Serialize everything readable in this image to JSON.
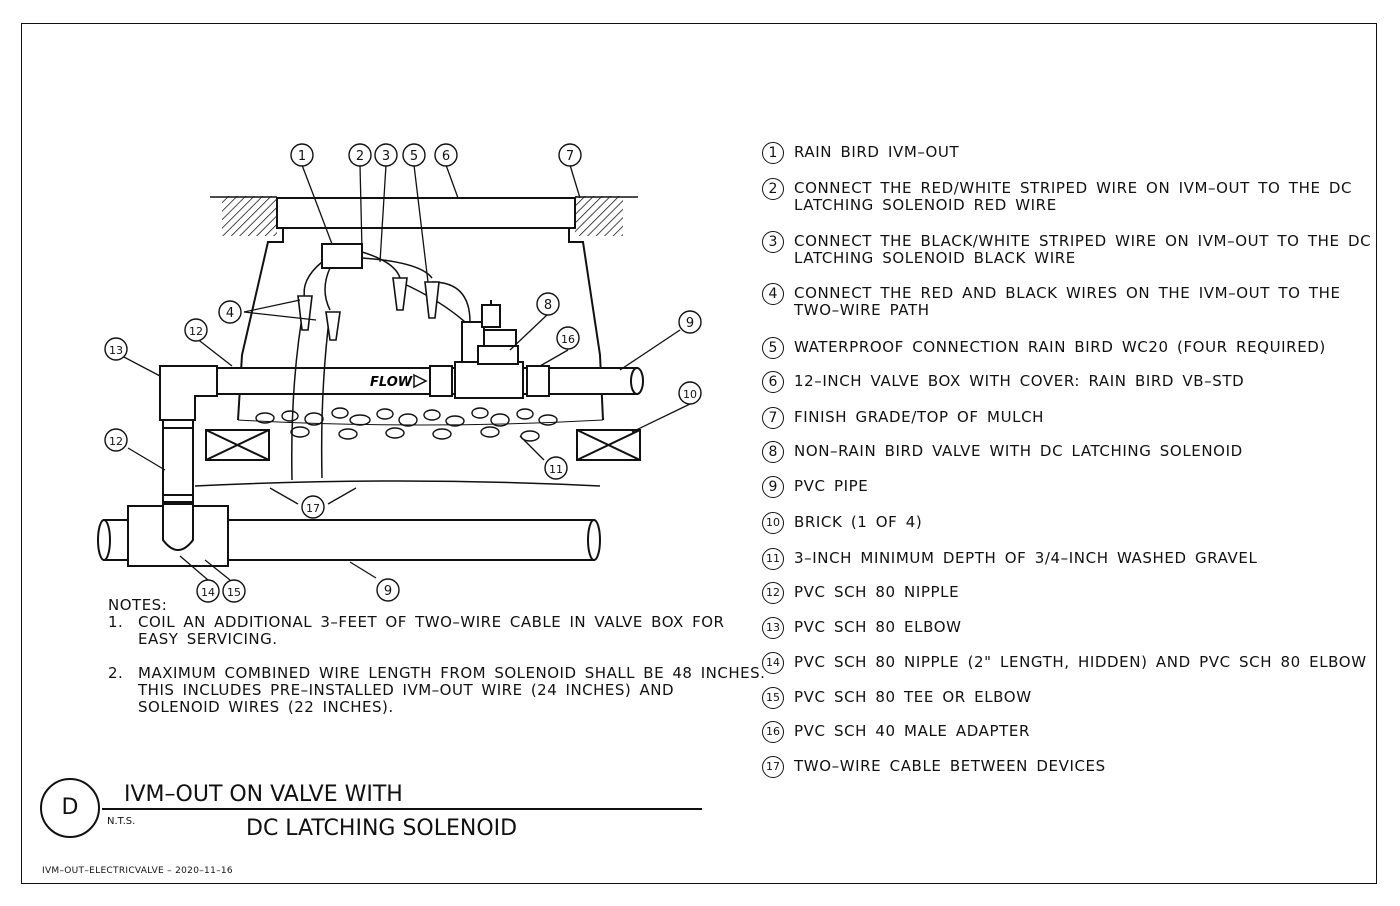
{
  "legend": [
    {
      "num": "1",
      "text": "RAIN BIRD IVM–OUT"
    },
    {
      "num": "2",
      "text": "CONNECT THE RED/WHITE STRIPED WIRE ON IVM–OUT TO THE DC\n LATCHING SOLENOID RED WIRE"
    },
    {
      "num": "3",
      "text": "CONNECT THE BLACK/WHITE STRIPED WIRE ON IVM–OUT TO THE DC\n LATCHING SOLENOID BLACK WIRE"
    },
    {
      "num": "4",
      "text": "CONNECT THE RED AND BLACK WIRES ON THE IVM–OUT TO THE\n TWO–WIRE PATH"
    },
    {
      "num": "5",
      "text": "WATERPROOF CONNECTION RAIN BIRD WC20 (FOUR REQUIRED)"
    },
    {
      "num": "6",
      "text": "12–INCH VALVE BOX WITH COVER: RAIN BIRD VB–STD"
    },
    {
      "num": "7",
      "text": "FINISH GRADE/TOP OF MULCH"
    },
    {
      "num": "8",
      "text": "NON–RAIN BIRD VALVE WITH DC LATCHING SOLENOID"
    },
    {
      "num": "9",
      "text": "PVC PIPE"
    },
    {
      "num": "10",
      "text": "BRICK (1 OF 4)"
    },
    {
      "num": "11",
      "text": "3–INCH MINIMUM DEPTH OF 3/4–INCH WASHED GRAVEL"
    },
    {
      "num": "12",
      "text": "PVC SCH 80 NIPPLE"
    },
    {
      "num": "13",
      "text": "PVC SCH 80 ELBOW"
    },
    {
      "num": "14",
      "text": "PVC SCH 80 NIPPLE (2\" LENGTH, HIDDEN) AND PVC SCH 80 ELBOW"
    },
    {
      "num": "15",
      "text": "PVC SCH 80 TEE OR ELBOW"
    },
    {
      "num": "16",
      "text": "PVC SCH 40 MALE ADAPTER"
    },
    {
      "num": "17",
      "text": "TWO–WIRE CABLE BETWEEN DEVICES"
    }
  ],
  "notes": {
    "heading": "NOTES:",
    "items": [
      {
        "num": "1.",
        "text": "COIL AN ADDITIONAL 3–FEET OF TWO–WIRE CABLE IN VALVE BOX FOR\nEASY SERVICING."
      },
      {
        "num": "2.",
        "text": "MAXIMUM COMBINED WIRE LENGTH FROM SOLENOID SHALL BE 48 INCHES.\nTHIS INCLUDES PRE–INSTALLED IVM–OUT WIRE (24 INCHES) AND\nSOLENOID WIRES (22 INCHES)."
      }
    ]
  },
  "title_block": {
    "detail_letter": "D",
    "line1": "IVM–OUT ON VALVE WITH",
    "scale": "N.T.S.",
    "line2": "DC LATCHING SOLENOID"
  },
  "footer": "IVM–OUT–ELECTRICVALVE – 2020–11–16",
  "diagram": {
    "flow_label": "FLOW",
    "callouts": [
      "1",
      "2",
      "3",
      "5",
      "6",
      "7",
      "8",
      "9",
      "16",
      "13",
      "12",
      "4",
      "10",
      "11",
      "17",
      "12",
      "9",
      "14",
      "15"
    ]
  }
}
